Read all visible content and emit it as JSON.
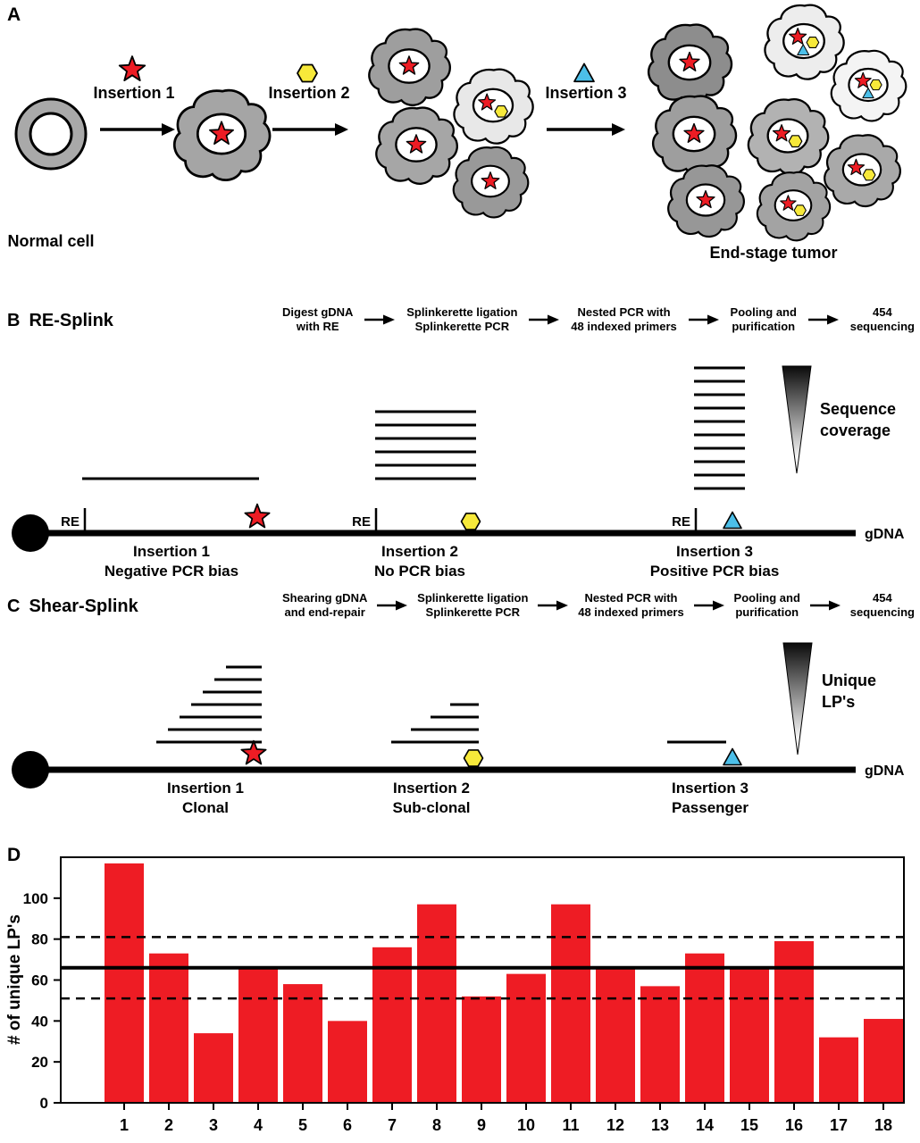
{
  "colors": {
    "marker_red": "#ed1c24",
    "marker_yellow": "#f7e93a",
    "marker_blue": "#4cbfe9",
    "bar_red": "#ee1c24"
  },
  "panelA": {
    "label": "A",
    "normal_cell_label": "Normal cell",
    "end_stage_label": "End-stage tumor",
    "insertions": [
      {
        "label": "Insertion 1",
        "marker": "red-star"
      },
      {
        "label": "Insertion 2",
        "marker": "yellow-hexagon"
      },
      {
        "label": "Insertion 3",
        "marker": "blue-triangle"
      }
    ]
  },
  "panelB": {
    "label": "B",
    "title": "RE-Splink",
    "workflow": [
      {
        "line1": "Digest gDNA",
        "line2": "with RE"
      },
      {
        "line1": "Splinkerette ligation",
        "line2": "Splinkerette PCR"
      },
      {
        "line1": "Nested PCR with",
        "line2": "48 indexed primers"
      },
      {
        "line1": "Pooling and",
        "line2": "purification"
      },
      {
        "line1": "454",
        "line2": "sequencing"
      }
    ],
    "re_label": "RE",
    "gdna_label": "gDNA",
    "legend": {
      "line1": "Sequence",
      "line2": "coverage"
    },
    "insertions": [
      {
        "name": "Insertion 1",
        "desc": "Negative PCR bias"
      },
      {
        "name": "Insertion 2",
        "desc": "No PCR bias"
      },
      {
        "name": "Insertion 3",
        "desc": "Positive PCR bias"
      }
    ]
  },
  "panelC": {
    "label": "C",
    "title": "Shear-Splink",
    "workflow": [
      {
        "line1": "Shearing gDNA",
        "line2": "and end-repair"
      },
      {
        "line1": "Splinkerette ligation",
        "line2": "Splinkerette PCR"
      },
      {
        "line1": "Nested PCR with",
        "line2": "48 indexed primers"
      },
      {
        "line1": "Pooling and",
        "line2": "purification"
      },
      {
        "line1": "454",
        "line2": "sequencing"
      }
    ],
    "gdna_label": "gDNA",
    "legend": {
      "line1": "Unique",
      "line2": "LP's"
    },
    "insertions": [
      {
        "name": "Insertion 1",
        "desc": "Clonal"
      },
      {
        "name": "Insertion 2",
        "desc": "Sub-clonal"
      },
      {
        "name": "Insertion 3",
        "desc": "Passenger"
      }
    ]
  },
  "panelD": {
    "label": "D"
  },
  "chart_data": {
    "type": "bar",
    "categories": [
      "1",
      "2",
      "3",
      "4",
      "5",
      "6",
      "7",
      "8",
      "9",
      "10",
      "11",
      "12",
      "13",
      "14",
      "15",
      "16",
      "17",
      "18"
    ],
    "values": [
      117,
      73,
      34,
      66,
      58,
      40,
      76,
      97,
      52,
      63,
      97,
      66,
      57,
      73,
      66,
      79,
      32,
      41
    ],
    "title": "",
    "xlabel": "",
    "ylabel": "# of unique LP's",
    "ylim": [
      0,
      120
    ],
    "yticks": [
      0,
      20,
      40,
      60,
      80,
      100
    ],
    "ref_solid": 66,
    "ref_dashed": [
      81,
      51
    ],
    "bar_color": "#ee1c24",
    "grid": false,
    "legend": "none"
  }
}
